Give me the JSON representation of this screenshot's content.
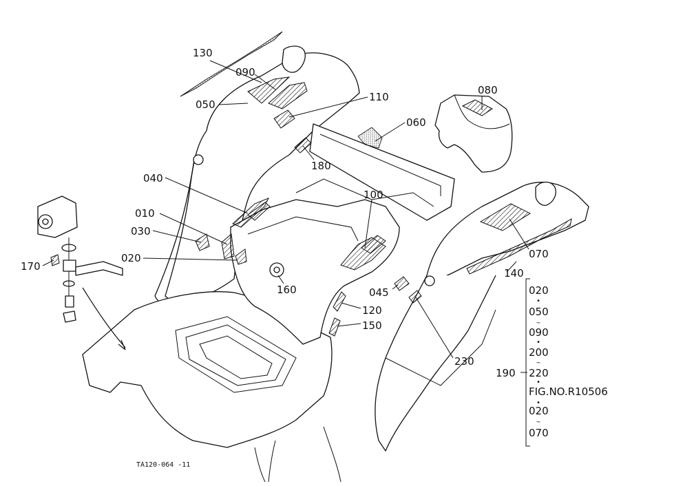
{
  "figure_code": "TA120-064 -11",
  "callouts": {
    "c130": "130",
    "c090": "090",
    "c050": "050",
    "c110": "110",
    "c080": "080",
    "c060": "060",
    "c180": "180",
    "c040": "040",
    "c100": "100",
    "c010": "010",
    "c030": "030",
    "c020": "020",
    "c170": "170",
    "c160": "160",
    "c070": "070",
    "c140": "140",
    "c045": "045",
    "c120": "120",
    "c150": "150",
    "c230": "230",
    "c190": "190"
  },
  "bracket_list": {
    "items": [
      "020",
      "050",
      "090",
      "200",
      "220",
      "FIG.NO.R10506",
      "020",
      "070"
    ]
  }
}
